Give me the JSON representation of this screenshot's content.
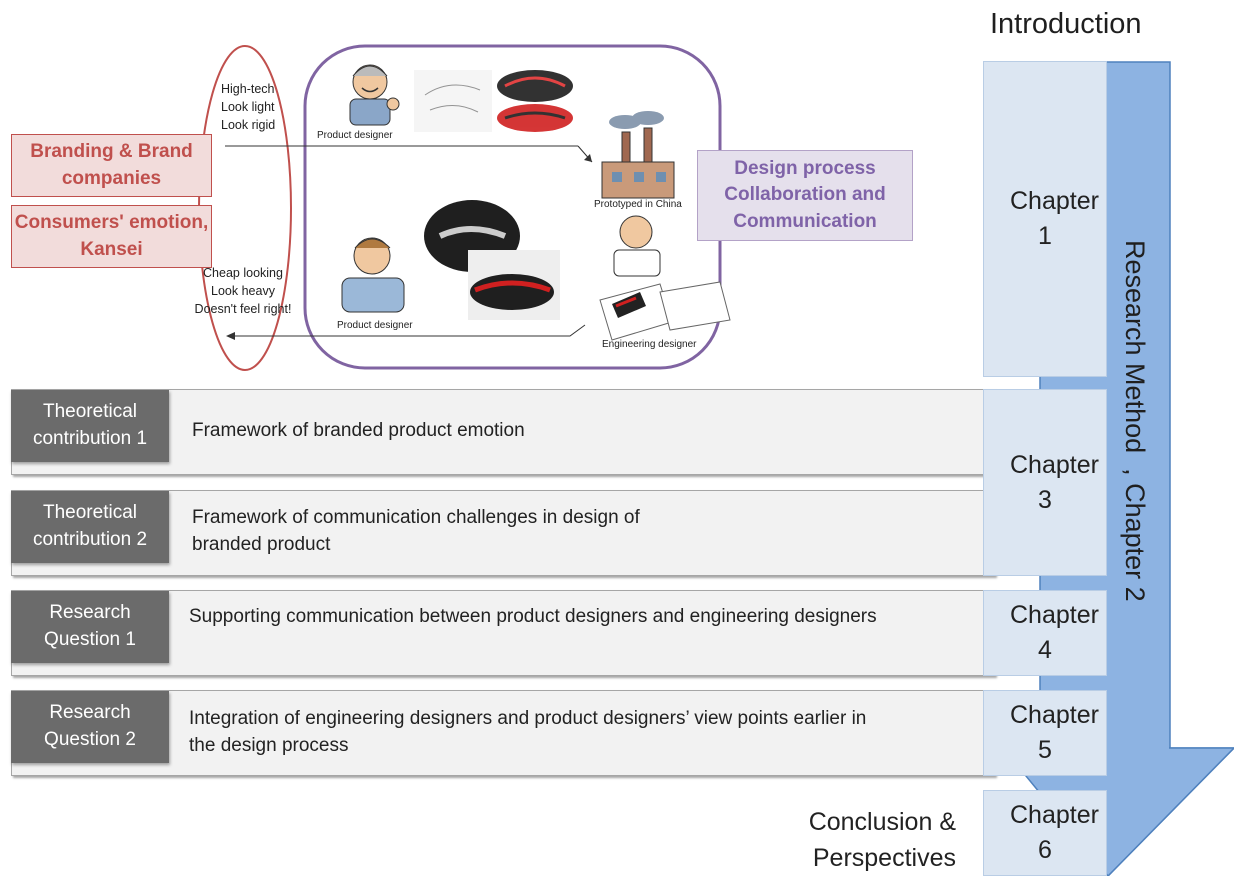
{
  "intro_label": "Introduction",
  "side_label": "Research Method  , Chapter 2",
  "left_boxes": {
    "branding": "Branding & Brand companies",
    "consumers": "Consumers' emotion, Kansei"
  },
  "design_process_box": "Design process Collaboration and Communication",
  "top_notes": [
    "High-tech",
    "Look light",
    "Look rigid"
  ],
  "bottom_notes": [
    "Cheap looking",
    "Look heavy",
    "Doesn't feel right!"
  ],
  "figure_labels": {
    "product_designer_top": "Product designer",
    "prototyped": "Prototyped in China",
    "product_designer_bottom": "Product designer",
    "engineering_designer": "Engineering designer"
  },
  "rows": [
    {
      "tag": "Theoretical contribution 1",
      "text": "Framework of branded product emotion"
    },
    {
      "tag": "Theoretical contribution 2",
      "text": "Framework of communication challenges in design of branded product"
    },
    {
      "tag": "Research Question 1",
      "text": "Supporting communication between product designers and engineering designers"
    },
    {
      "tag": "Research Question 2",
      "text": "Integration of engineering designers and product designers’ view points earlier in the design process"
    }
  ],
  "chapters": [
    "Chapter 1",
    "Chapter 3",
    "Chapter 4",
    "Chapter 5",
    "Chapter 6"
  ],
  "conclusion": "Conclusion & Perspectives",
  "colors": {
    "arrow": "#8db3e2",
    "red_accent": "#c0504d",
    "purple_accent": "#8064a2",
    "chapter_fill": "#dce6f2",
    "tag_fill": "#6b6b6b"
  }
}
